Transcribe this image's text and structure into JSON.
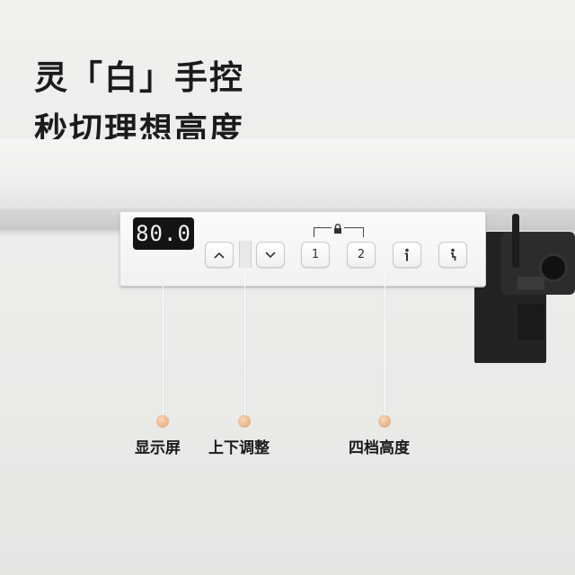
{
  "headline": {
    "line1": "灵「白」手控",
    "line2": "秒切理想高度"
  },
  "panel": {
    "display_value": "80.0",
    "buttons": [
      {
        "id": "up",
        "icon": "chevron-up-icon"
      },
      {
        "id": "down",
        "icon": "chevron-down-icon"
      },
      {
        "id": "preset-1",
        "label": "1"
      },
      {
        "id": "preset-2",
        "label": "2"
      },
      {
        "id": "sit",
        "icon": "standing-person-icon"
      },
      {
        "id": "stand",
        "icon": "sitting-person-icon"
      }
    ],
    "lock_icon": "lock-icon"
  },
  "callouts": [
    {
      "label": "显示屏"
    },
    {
      "label": "上下调整"
    },
    {
      "label": "四档高度"
    }
  ],
  "colors": {
    "background": "#ececeb",
    "display_bg": "#141414",
    "dot": "#e8b185",
    "bracket": "#232323"
  }
}
